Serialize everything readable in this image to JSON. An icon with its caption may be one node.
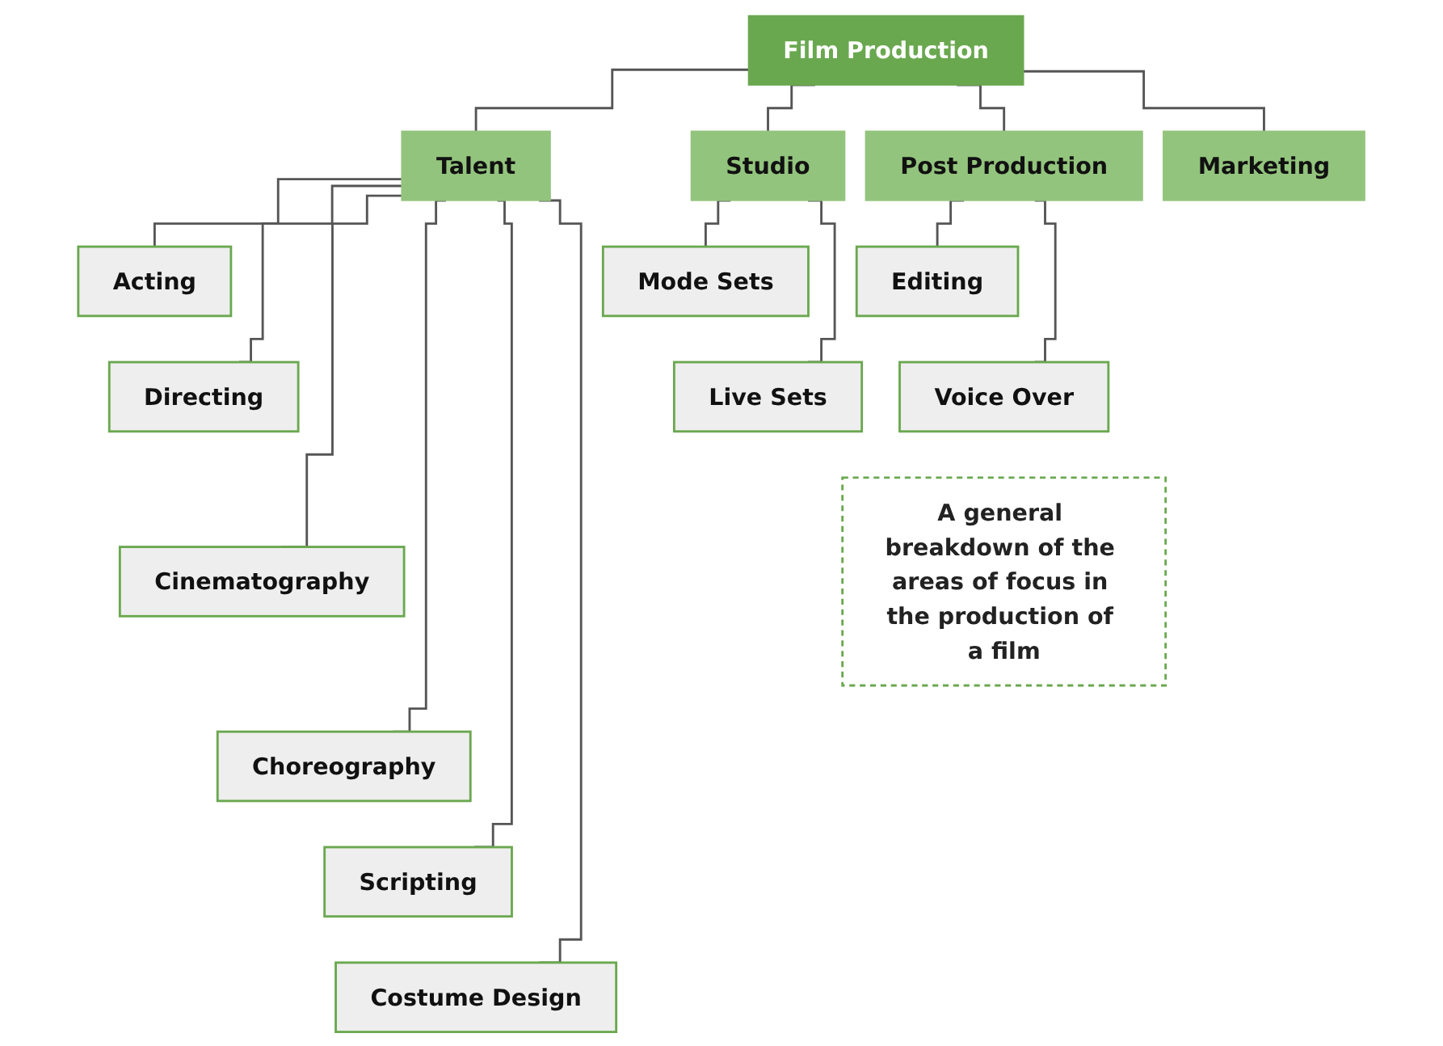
{
  "diagram": {
    "nodes": [
      {
        "text": [
          "Film Production"
        ]
      },
      {
        "text": [
          "Talent"
        ]
      },
      {
        "text": [
          "Studio"
        ]
      },
      {
        "text": [
          "Post Production"
        ]
      },
      {
        "text": [
          "Marketing"
        ]
      },
      {
        "text": [
          "Acting"
        ]
      },
      {
        "text": [
          "Directing"
        ]
      },
      {
        "text": [
          "Cinematography"
        ]
      },
      {
        "text": [
          "Choreography"
        ]
      },
      {
        "text": [
          "Scripting"
        ]
      },
      {
        "text": [
          "Costume Design"
        ]
      },
      {
        "text": [
          "Mode Sets"
        ]
      },
      {
        "text": [
          "Live Sets"
        ]
      },
      {
        "text": [
          "Editing"
        ]
      },
      {
        "text": [
          "Voice Over"
        ]
      },
      {
        "text": [
          "A general breakdown of the areas of focus in the production of a film"
        ]
      }
    ],
    "edges": [
      {
        "from": 0,
        "to": 1,
        "arrow": "none"
      },
      {
        "from": 0,
        "to": 2,
        "arrow": "none"
      },
      {
        "from": 0,
        "to": 3,
        "arrow": "none"
      },
      {
        "from": 0,
        "to": 4,
        "arrow": "none"
      },
      {
        "from": 1,
        "to": 5,
        "arrow": "none"
      },
      {
        "from": 1,
        "to": 6,
        "arrow": "none"
      },
      {
        "from": 1,
        "to": 7,
        "arrow": "none"
      },
      {
        "from": 1,
        "to": 8,
        "arrow": "none"
      },
      {
        "from": 1,
        "to": 9,
        "arrow": "none"
      },
      {
        "from": 1,
        "to": 10,
        "arrow": "none"
      },
      {
        "from": 2,
        "to": 11,
        "arrow": "none"
      },
      {
        "from": 2,
        "to": 12,
        "arrow": "none"
      },
      {
        "from": 3,
        "to": 13,
        "arrow": "none"
      },
      {
        "from": 3,
        "to": 14,
        "arrow": "none"
      }
    ]
  }
}
